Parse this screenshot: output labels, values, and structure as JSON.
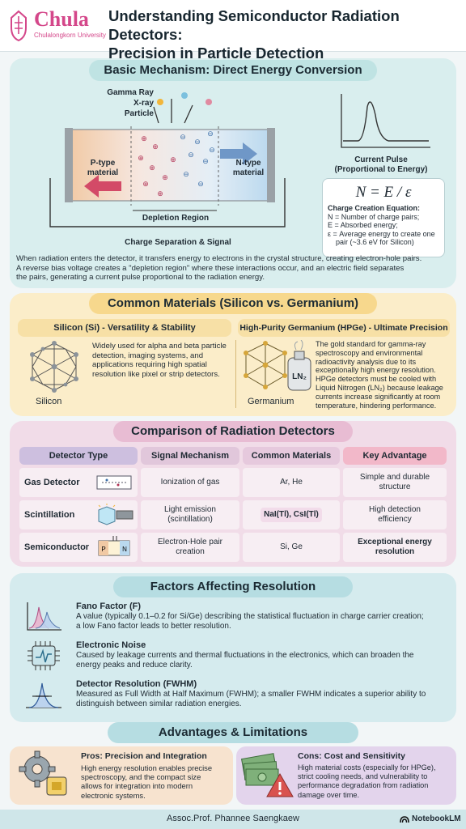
{
  "header": {
    "logo_name": "Chula",
    "logo_sub": "Chulalongkorn University",
    "title_line1": "Understanding Semiconductor Radiation Detectors:",
    "title_line2": "Precision in Particle Detection"
  },
  "mechanism": {
    "heading": "Basic Mechanism: Direct Energy Conversion",
    "incoming": [
      "Gamma Ray",
      "X-ray",
      "Particle"
    ],
    "p_type_1": "P-type",
    "p_type_2": "material",
    "n_type_1": "N-type",
    "n_type_2": "material",
    "depletion": "Depletion Region",
    "charge_sep": "Charge Separation & Signal",
    "pulse_title": "Current Pulse",
    "pulse_sub": "(Proportional to Energy)",
    "equation": "N = E / ε",
    "eq_title": "Charge Creation Equation:",
    "eq_n": "N = Number of charge pairs;",
    "eq_e": "E = Absorbed energy;",
    "eq_eps_1": "ε = Average energy to create one",
    "eq_eps_2": "pair (~3.6 eV for Silicon)",
    "desc_1": "When radiation enters the detector, it transfers energy to electrons in the crystal structure, creating electron-hole pairs.",
    "desc_2": "A reverse bias voltage creates a \"depletion region\" where these interactions occur, and an electric field separates",
    "desc_3": "the pairs, generating a current pulse proportional to the radiation energy."
  },
  "materials": {
    "heading": "Common Materials (Silicon vs. Germanium)",
    "si_title": "Silicon (Si) - Versatility & Stability",
    "si_label": "Silicon",
    "si_text": [
      "Widely used for alpha and beta particle",
      "detection, imaging systems, and",
      "applications requiring high spatial",
      "resolution like pixel or strip detectors."
    ],
    "ge_title": "High-Purity Germanium (HPGe) - Ultimate Precision",
    "ge_label": "Germanium",
    "ln2": "LN₂",
    "ge_text": [
      "The gold standard for gamma-ray",
      "spectroscopy and environmental",
      "radioactivity analysis due to its",
      "exceptionally high energy resolution.",
      "HPGe detectors must be cooled with",
      "Liquid Nitrogen (LN₂) because leakage",
      "currents increase significantly at room",
      "temperature, hindering performance."
    ]
  },
  "comparison": {
    "heading": "Comparison of Radiation Detectors",
    "columns": [
      "Detector Type",
      "Signal Mechanism",
      "Common Materials",
      "Key Advantage"
    ],
    "rows": [
      {
        "type": "Gas Detector",
        "mechanism": [
          "Ionization of gas"
        ],
        "materials": "Ar, He",
        "advantage": [
          "Simple and durable",
          "structure"
        ]
      },
      {
        "type": "Scintillation",
        "mechanism": [
          "Light emission",
          "(scintillation)"
        ],
        "materials": "NaI(Tl), CsI(Tl)",
        "advantage": [
          "High detection",
          "efficiency"
        ]
      },
      {
        "type": "Semiconductor",
        "mechanism": [
          "Electron-Hole pair",
          "creation"
        ],
        "materials": "Si, Ge",
        "advantage": [
          "Exceptional energy",
          "resolution"
        ]
      }
    ]
  },
  "factors": {
    "heading": "Factors Affecting Resolution",
    "items": [
      {
        "title": "Fano Factor (F)",
        "lines": [
          "A value (typically 0.1–0.2 for Si/Ge) describing the statistical fluctuation in charge carrier creation;",
          "a low Fano factor leads to better resolution."
        ]
      },
      {
        "title": "Electronic Noise",
        "lines": [
          "Caused by leakage currents and thermal fluctuations in the electronics, which can broaden the",
          "energy peaks and reduce clarity."
        ]
      },
      {
        "title": "Detector Resolution (FWHM)",
        "lines": [
          "Measured as Full Width at Half Maximum (FWHM); a smaller FWHM indicates a superior ability to",
          "distinguish between similar radiation energies."
        ]
      }
    ]
  },
  "adv": {
    "heading": "Advantages & Limitations",
    "pros_title": "Pros: Precision and Integration",
    "pros_lines": [
      "High energy resolution enables precise",
      "spectroscopy, and the compact size",
      "allows for integration into modern",
      "electronic systems."
    ],
    "cons_title": "Cons: Cost and Sensitivity",
    "cons_lines": [
      "High material costs (especially for HPGe),",
      "strict cooling needs, and vulnerability to",
      "performance degradation from radiation",
      "damage over time."
    ]
  },
  "footer": {
    "author": "Assoc.Prof. Phannee Saengkaew",
    "brand": "NotebookLM"
  }
}
